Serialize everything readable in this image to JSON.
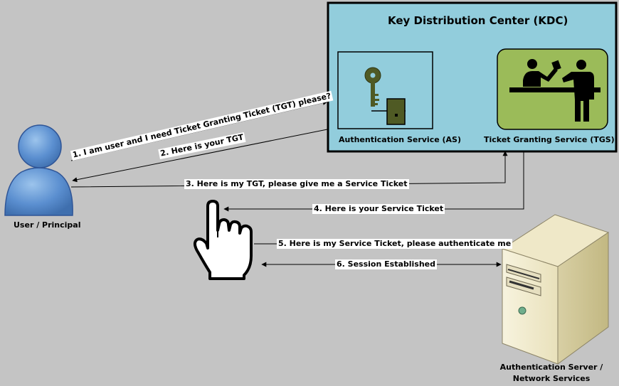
{
  "kdc": {
    "title": "Key Distribution Center (KDC)",
    "as_label": "Authentication Service (AS)",
    "tgs_label": "Ticket Granting Service (TGS)"
  },
  "user": {
    "label": "User / Principal"
  },
  "server": {
    "label_line1": "Authentication Server /",
    "label_line2": "Network Services"
  },
  "messages": [
    "1. I am user and I need Ticket Granting Ticket (TGT) please?",
    "2. Here is your TGT",
    "3. Here is my TGT, please give me a Service Ticket",
    "4. Here is your Service Ticket",
    "5. Here is my Service Ticket, please authenticate me",
    "6. Session Established"
  ],
  "colors": {
    "background": "#c4c4c4",
    "kdc_fill": "#92cddc",
    "tgs_fill": "#9bbb59",
    "user_fill": "#5b9bd5",
    "server_fill": "#f2ecd0"
  },
  "icons": [
    "user-icon",
    "key-icon",
    "door-icon",
    "ticket-counter-icon",
    "hand-pointer-icon",
    "server-icon"
  ]
}
